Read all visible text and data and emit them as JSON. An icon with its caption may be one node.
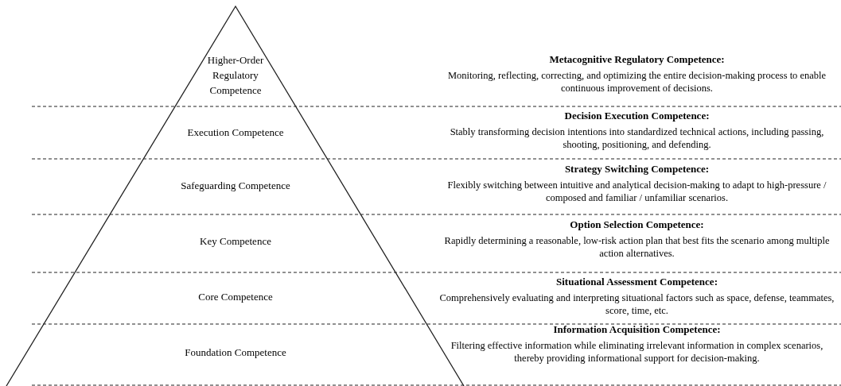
{
  "diagram": {
    "nodes": [
      {
        "text": [
          "Higher-Order Regulatory Competence"
        ]
      },
      {
        "text": [
          "Execution Competence"
        ]
      },
      {
        "text": [
          "Safeguarding Competence"
        ]
      },
      {
        "text": [
          "Key Competence"
        ]
      },
      {
        "text": [
          "Core Competence"
        ]
      },
      {
        "text": [
          "Foundation Competence"
        ]
      },
      {
        "text": [
          "Metacognitive Regulatory Competence:",
          "Monitoring, reflecting, correcting, and optimizing the entire decision-making process to enable continuous improvement of decisions."
        ]
      },
      {
        "text": [
          "Decision Execution Competence:",
          "Stably transforming decision intentions into standardized technical actions, including passing, shooting, positioning, and defending."
        ]
      },
      {
        "text": [
          "Strategy Switching Competence:",
          "Flexibly switching between intuitive and analytical decision-making to adapt to high-pressure / composed and familiar / unfamiliar scenarios."
        ]
      },
      {
        "text": [
          "Option Selection Competence:",
          "Rapidly determining a reasonable, low-risk action plan that best fits the scenario among multiple action alternatives."
        ]
      },
      {
        "text": [
          "Situational Assessment Competence:",
          "Comprehensively evaluating and interpreting situational factors such as space, defense, teammates, score, time, etc."
        ]
      },
      {
        "text": [
          "Information Acquisition Competence:",
          "Filtering effective information while eliminating irrelevant information in complex scenarios, thereby providing informational support for decision-making."
        ]
      }
    ]
  }
}
